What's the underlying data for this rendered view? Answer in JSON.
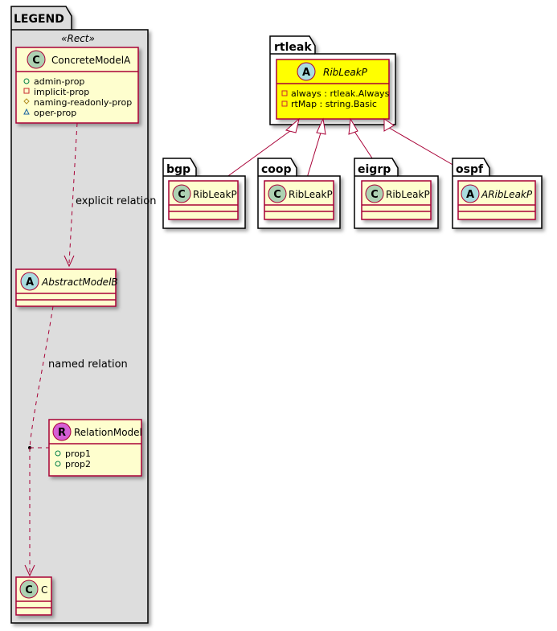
{
  "legend": {
    "title": "LEGEND",
    "stereotype": "«Rect»",
    "concrete_model": {
      "name": "ConcreteModelA",
      "glyph": "C",
      "props": [
        {
          "visibility": "public",
          "name": "admin-prop"
        },
        {
          "visibility": "private",
          "name": "implicit-prop"
        },
        {
          "visibility": "protected",
          "name": "naming-readonly-prop"
        },
        {
          "visibility": "package",
          "name": "oper-prop"
        }
      ]
    },
    "abstract_model": {
      "name": "AbstractModelB",
      "glyph": "A"
    },
    "relation_model": {
      "name": "RelationModel",
      "glyph": "R",
      "props": [
        {
          "visibility": "public",
          "name": "prop1"
        },
        {
          "visibility": "public",
          "name": "prop2"
        }
      ]
    },
    "c_model": {
      "name": "C",
      "glyph": "C"
    },
    "explicit_relation_label": "explicit relation",
    "named_relation_label": "named relation"
  },
  "rtleak": {
    "package": "rtleak",
    "class": {
      "name": "RibLeakP",
      "glyph": "A",
      "attrs": [
        {
          "visibility": "private",
          "name": "always : rtleak.Always"
        },
        {
          "visibility": "private",
          "name": "rtMap : string.Basic"
        }
      ]
    }
  },
  "subpackages": [
    {
      "package": "bgp",
      "class": "RibLeakP",
      "glyph": "C"
    },
    {
      "package": "coop",
      "class": "RibLeakP",
      "glyph": "C"
    },
    {
      "package": "eigrp",
      "class": "RibLeakP",
      "glyph": "C"
    },
    {
      "package": "ospf",
      "class": "ARibLeakP",
      "glyph": "A"
    }
  ],
  "colors": {
    "class_fill": "#FEFECE",
    "highlight_fill": "#FFFF00",
    "border": "#A80036",
    "legend_fill": "#DDDDDD",
    "concrete_circle": "#ADD1B2",
    "abstract_circle": "#A9DCDF",
    "relation_circle": "#D55FD5"
  }
}
